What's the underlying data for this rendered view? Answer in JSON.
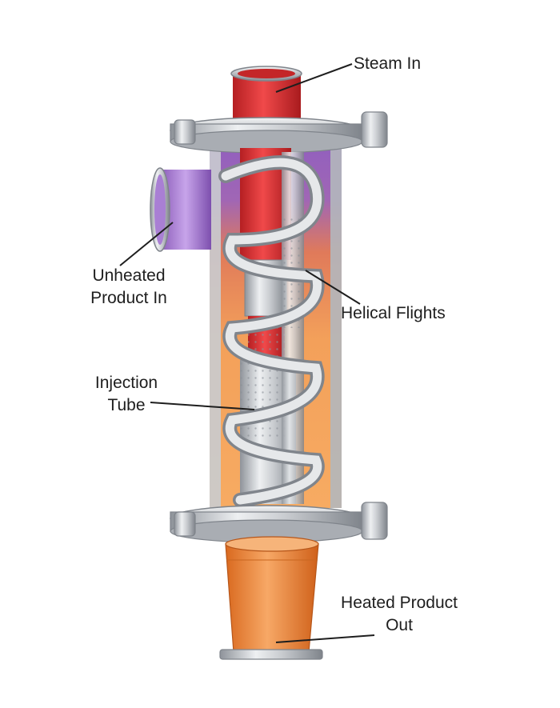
{
  "labels": {
    "steam_in": "Steam In",
    "unheated_line1": "Unheated",
    "unheated_line2": "Product In",
    "helical_flights": "Helical Flights",
    "injection_line1": "Injection",
    "injection_line2": "Tube",
    "heated_line1": "Heated Product",
    "heated_line2": "Out"
  },
  "colors": {
    "steam": "#e23a3a",
    "unheated_product": "#9b6fc8",
    "heated_product": "#f08a3a",
    "steel": "#c9ccd0"
  }
}
